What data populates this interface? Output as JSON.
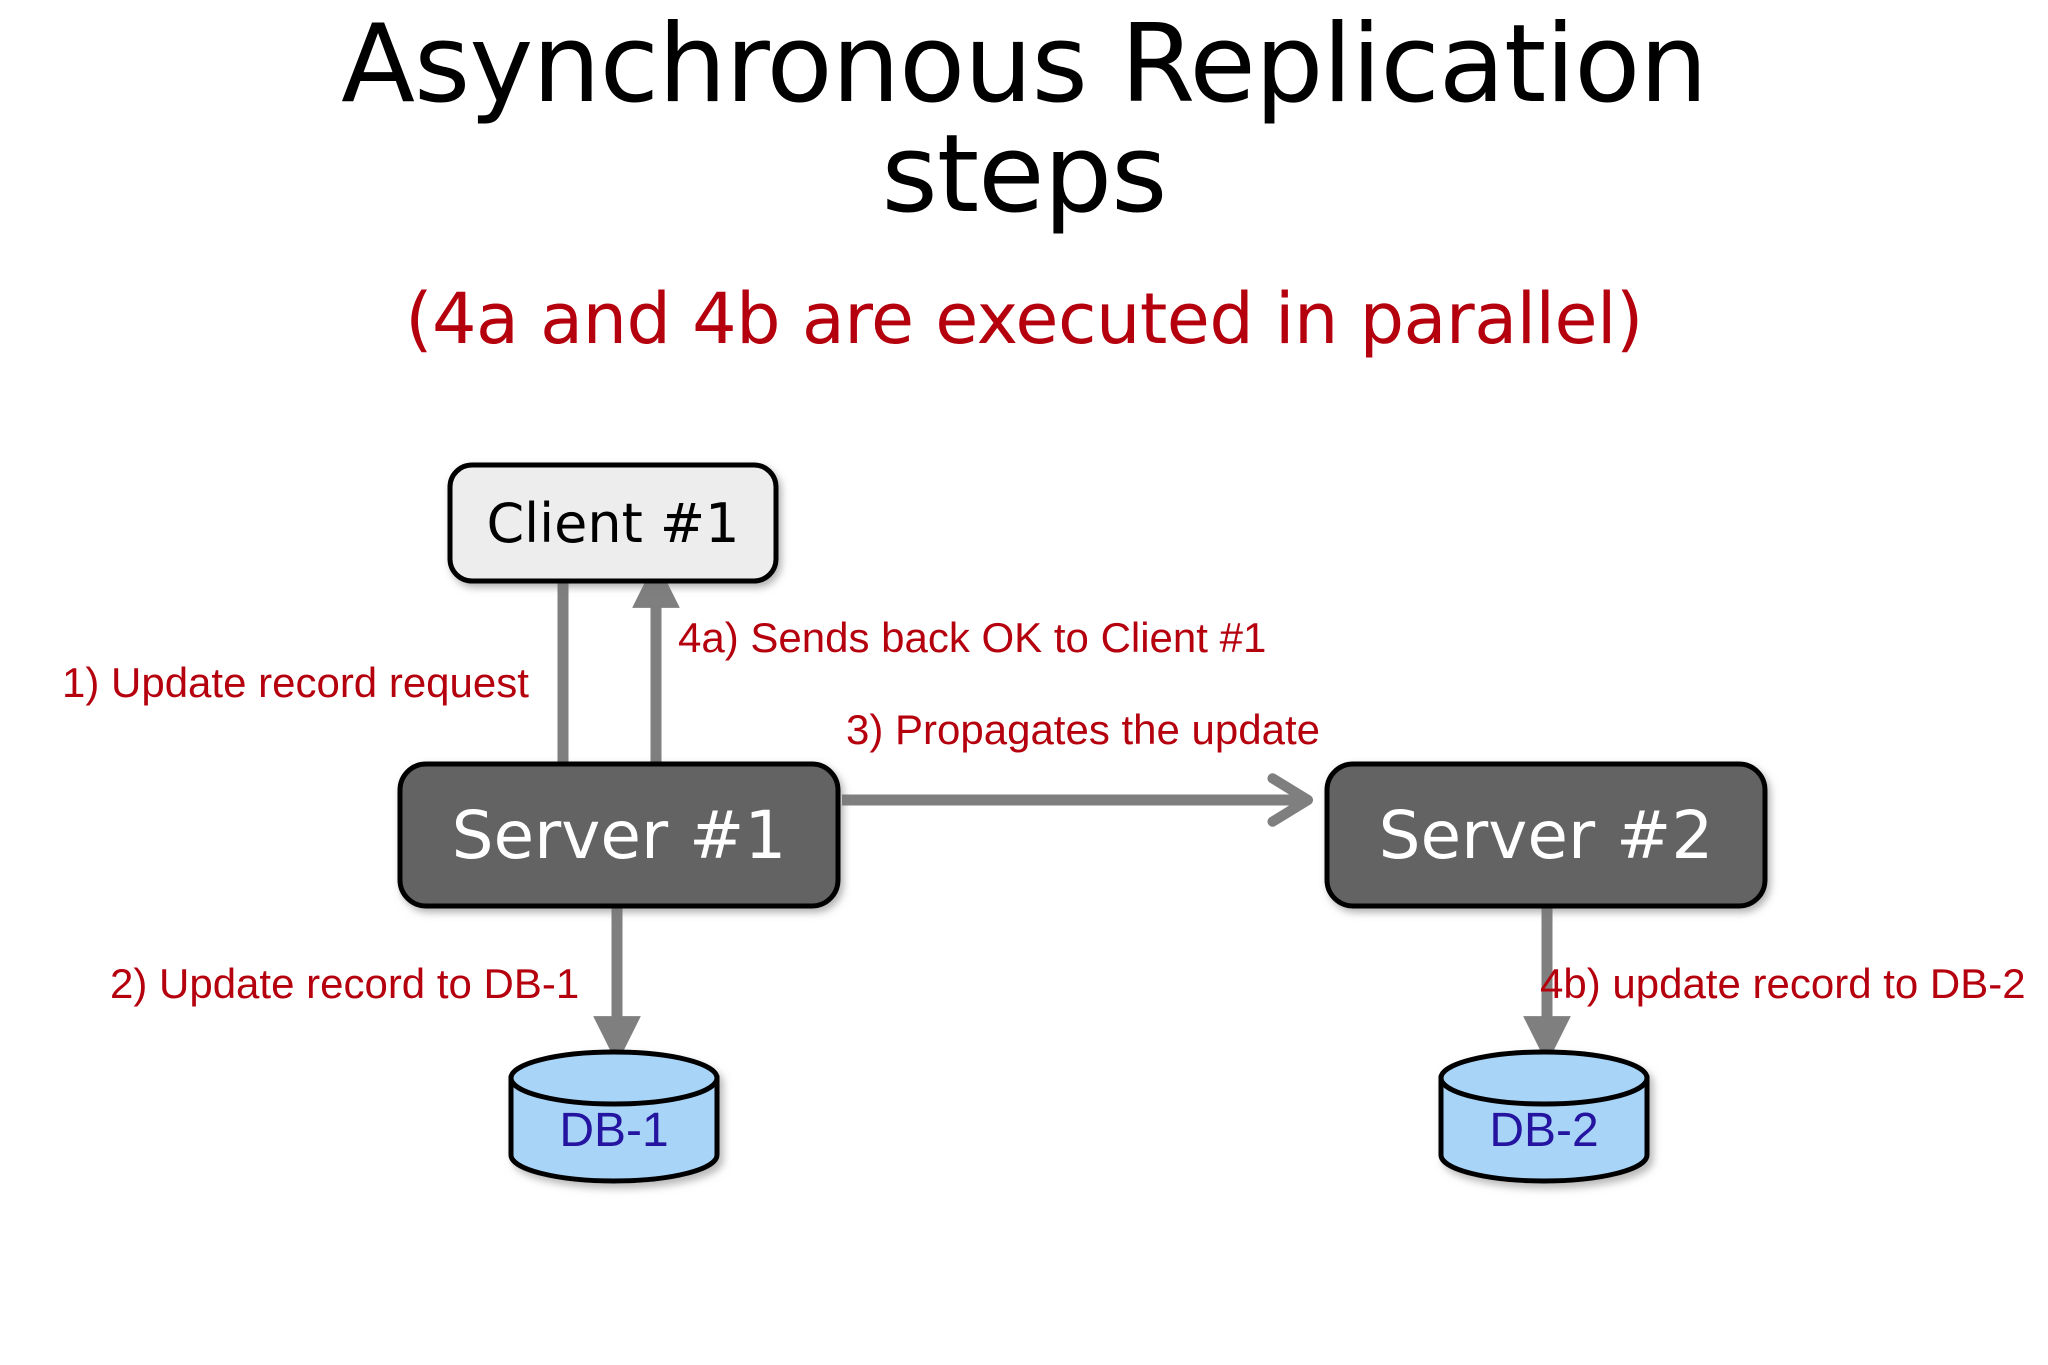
{
  "slide": {
    "background_color": "#FFFFFF",
    "title_lines": [
      "Asynchronous Replication",
      "steps"
    ],
    "subtitle": "(4a and 4b are executed in parallel)",
    "title_color": "#000000",
    "subtitle_color": "#B5000E"
  },
  "palette": {
    "arrow_gray": "#7F7F7F",
    "server_fill": "#636363",
    "server_text": "#FFFFFF",
    "client_fill": "#EDEDED",
    "client_text": "#000000",
    "db_fill": "#A8D4F7",
    "db_text": "#2414A0",
    "outline": "#000000",
    "annotation_red": "#B5000E"
  },
  "nodes": {
    "client1": {
      "label": "Client #1",
      "type": "rounded-box"
    },
    "server1": {
      "label": "Server #1",
      "type": "rounded-box"
    },
    "server2": {
      "label": "Server #2",
      "type": "rounded-box"
    },
    "db1": {
      "label": "DB-1",
      "type": "cylinder"
    },
    "db2": {
      "label": "DB-2",
      "type": "cylinder"
    }
  },
  "steps": [
    {
      "id": "1",
      "label": "1) Update record request",
      "from": "client1",
      "to": "server1",
      "direction": "down"
    },
    {
      "id": "2",
      "label": "2) Update record to DB-1",
      "from": "server1",
      "to": "db1",
      "direction": "down"
    },
    {
      "id": "3",
      "label": "3) Propagates the update",
      "from": "server1",
      "to": "server2",
      "direction": "right"
    },
    {
      "id": "4a",
      "label": "4a) Sends back OK to Client #1",
      "from": "server1",
      "to": "client1",
      "direction": "up"
    },
    {
      "id": "4b",
      "label": "4b) update record to DB-2",
      "from": "server2",
      "to": "db2",
      "direction": "down"
    }
  ]
}
